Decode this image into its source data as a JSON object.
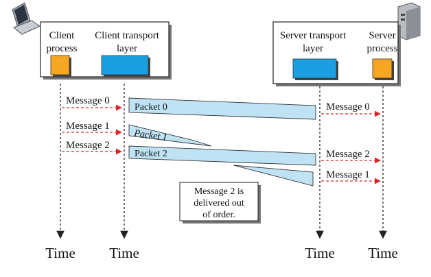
{
  "client": {
    "process_label": [
      "Client",
      "process"
    ],
    "transport_label": [
      "Client transport",
      "layer"
    ]
  },
  "server": {
    "transport_label": [
      "Server transport",
      "layer"
    ],
    "process_label": [
      "Server",
      "process"
    ]
  },
  "messages_client": [
    "Message 0",
    "Message 1",
    "Message 2"
  ],
  "packets": [
    "Packet 0",
    "Packet 1",
    "Packet 2"
  ],
  "messages_server": [
    "Message 0",
    "Message 2",
    "Message 1"
  ],
  "note": [
    "Message 2 is",
    "delivered out",
    "of order."
  ],
  "time_labels": [
    "Time",
    "Time",
    "Time",
    "Time"
  ],
  "colors": {
    "process_box": "#f5a623",
    "transport_box": "#1aa0e0",
    "packet_fill": "#bfe3f5",
    "message_arrow": "#d9262b"
  },
  "icons": {
    "client_device": "laptop-icon",
    "server_device": "server-tower-icon"
  }
}
